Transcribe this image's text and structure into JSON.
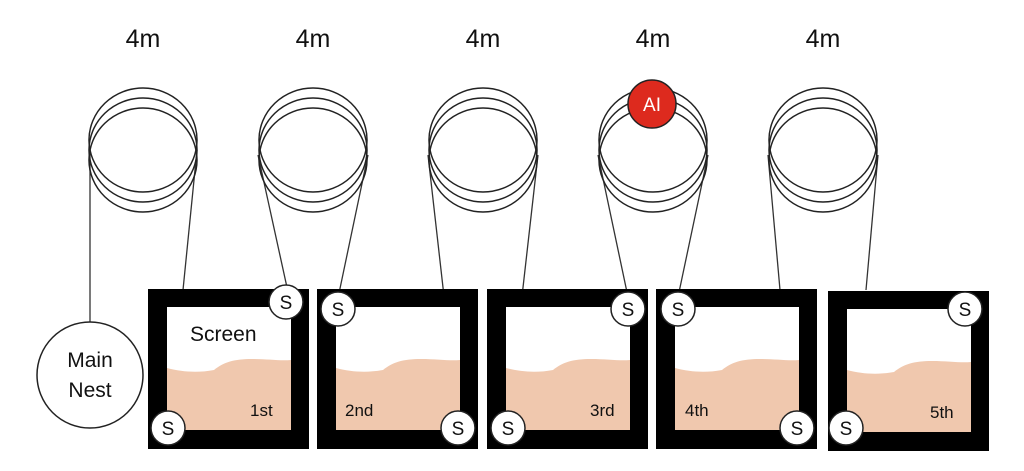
{
  "colors": {
    "frame": "#000000",
    "substrate": "#f0c8ae",
    "ai_marker": "#dd2a1e",
    "line": "#222222"
  },
  "tube_lengths": [
    "4m",
    "4m",
    "4m",
    "4m",
    "4m"
  ],
  "main_nest": {
    "line1": "Main",
    "line2": "Nest"
  },
  "screen_label": "Screen",
  "sensor_label": "S",
  "ai_marker_label": "AI",
  "box_labels": [
    "1st",
    "2nd",
    "3rd",
    "4th",
    "5th"
  ]
}
